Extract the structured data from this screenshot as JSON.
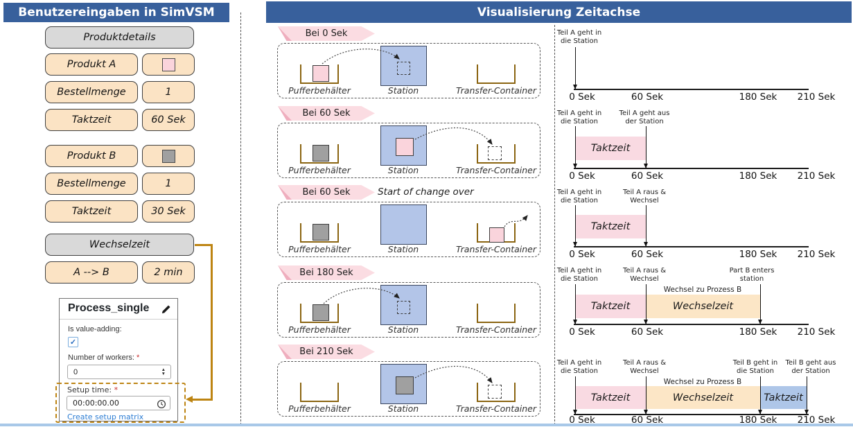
{
  "header": {
    "left_title": "Benutzereingaben in SimVSM",
    "right_title": "Visualisierung Zeitachse"
  },
  "inputs": {
    "produktdetails": "Produktdetails",
    "rows": [
      {
        "label": "Produkt A",
        "value": "",
        "swatch": "pink"
      },
      {
        "label": "Bestellmenge",
        "value": "1"
      },
      {
        "label": "Taktzeit",
        "value": "60 Sek"
      },
      {
        "label": "Produkt B",
        "value": "",
        "swatch": "gray"
      },
      {
        "label": "Bestellmenge",
        "value": "1"
      },
      {
        "label": "Taktzeit",
        "value": "30 Sek"
      }
    ],
    "wechselzeit": "Wechselzeit",
    "changeover": {
      "label": "A --> B",
      "value": "2 min"
    }
  },
  "process_card": {
    "title": "Process_single",
    "value_adding_label": "Is value-adding:",
    "checkbox_checked": "✓",
    "workers_label": "Number of workers:",
    "required": "*",
    "workers_value": "0",
    "setup_label": "Setup time:",
    "setup_value": "00:00:00.00",
    "setup_link": "Create setup matrix"
  },
  "scenarios": {
    "labels": {
      "buffer": "Pufferbehälter",
      "station": "Station",
      "transfer": "Transfer-Container"
    },
    "rows": [
      {
        "banner": "Bei 0 Sek",
        "note": ""
      },
      {
        "banner": "Bei 60 Sek",
        "note": ""
      },
      {
        "banner": "Bei 60 Sek",
        "note": "Start of change over"
      },
      {
        "banner": "Bei 180 Sek",
        "note": ""
      },
      {
        "banner": "Bei 210 Sek",
        "note": ""
      }
    ]
  },
  "timelines": {
    "ticks": [
      "0 Sek",
      "60 Sek",
      "180 Sek",
      "210 Sek"
    ],
    "annotations": {
      "a_in": "Teil A geht in\ndie Station",
      "a_out": "Teil A geht aus\nder Station",
      "a_change": "Teil A raus &\nWechsel",
      "b_enters": "Part B enters\nstation",
      "b_in": "Teil B geht in\ndie Station",
      "b_out": "Teil B geht aus\nder Station"
    },
    "boxes": {
      "taktzeit": "Taktzeit",
      "wechselzeit": "Wechselzeit",
      "wechsel_note": "Wechsel zu Prozess B"
    }
  },
  "colors": {
    "header_blue": "#38609c",
    "button_tan": "#fbe3c4",
    "button_gray": "#d9d9d9",
    "banner_pink": "#fbdce2",
    "taktzeit_pink": "#f9dae2",
    "wechselzeit_tan": "#fce6c6",
    "taktzeit_b_blue": "#aec6e8",
    "station_blue": "#b3c5e8",
    "container_brown": "#8a6410",
    "connector_orange": "#bd8412",
    "product_a_pink": "#fad4dc",
    "product_b_gray": "#a0a0a0",
    "bottom_bar_blue": "#a8c8e8"
  }
}
